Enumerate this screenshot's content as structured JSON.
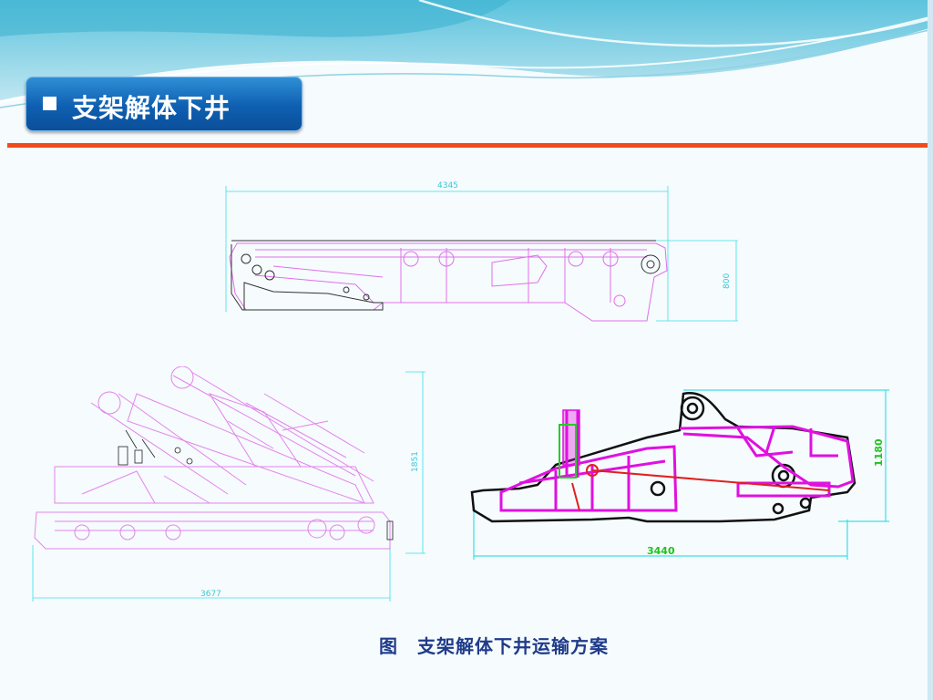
{
  "title": "支架解体下井",
  "caption": "图　支架解体下井运输方案",
  "drawings": {
    "top": {
      "dim_length": "4345",
      "dim_height": "800"
    },
    "bottom_left": {
      "dim_length": "3677",
      "dim_height": "1851"
    },
    "bottom_right": {
      "dim_length": "3440",
      "dim_height": "1180"
    }
  },
  "colors": {
    "title_bar": "#0e5fb1",
    "rule": "#ef4b1c",
    "drawing_pink": "#e070e8",
    "part_magenta": "#e010e0",
    "dimension_cyan": "#39e0ea",
    "dimension_text_green": "#1ec41e"
  }
}
